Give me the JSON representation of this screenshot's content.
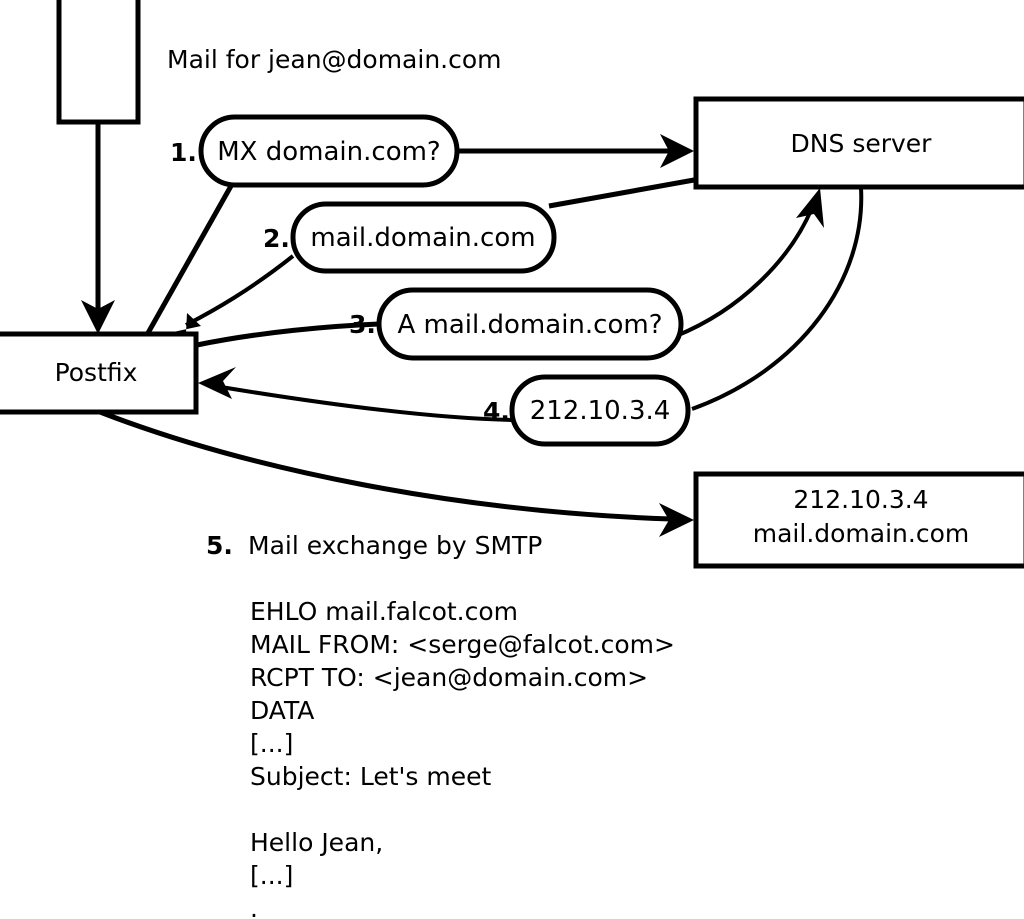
{
  "diagram": {
    "header_note": "Mail for jean@domain.com",
    "nodes": {
      "source_box": {
        "label": ""
      },
      "postfix": {
        "label": "Postfix"
      },
      "dns_server": {
        "label": "DNS server"
      },
      "remote_mail_server": {
        "line1": "212.10.3.4",
        "line2": "mail.domain.com"
      }
    },
    "steps": [
      {
        "num": "1.",
        "label": "MX domain.com?"
      },
      {
        "num": "2.",
        "label": "mail.domain.com"
      },
      {
        "num": "3.",
        "label": "A mail.domain.com?"
      },
      {
        "num": "4.",
        "label": "212.10.3.4"
      }
    ],
    "smtp_step": {
      "num": "5.",
      "label": "Mail exchange by SMTP"
    },
    "transcript": [
      "EHLO mail.falcot.com",
      "MAIL FROM: <serge@falcot.com>",
      "RCPT TO: <jean@domain.com>",
      "DATA",
      "[...]",
      "Subject: Let's meet",
      "",
      "Hello Jean,",
      "[...]",
      "",
      "."
    ],
    "colors": {
      "stroke": "#000000",
      "fill": "#ffffff",
      "text": "#000000"
    }
  }
}
